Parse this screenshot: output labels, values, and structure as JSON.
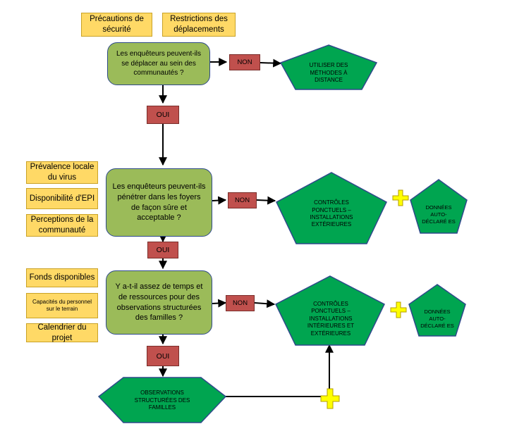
{
  "factors": {
    "safety_precautions": "Précautions de sécurité",
    "travel_restrictions": "Restrictions des déplacements",
    "local_prevalence": "Prévalence locale du virus",
    "ppe_availability": "Disponibilité d'EPI",
    "community_perceptions": "Perceptions de la communauté",
    "available_funds": "Fonds disponibles",
    "field_staff_capacity": "Capacités du personnel sur le terrain",
    "project_schedule": "Calendrier du projet"
  },
  "questions": {
    "q1": "Les enquêteurs peuvent-ils se déplacer au sein des communautés ?",
    "q2": "Les enquêteurs peuvent-ils pénétrer dans les foyers de façon sûre et acceptable ?",
    "q3": "Y a-t-il assez de temps et de ressources pour des observations structurées des familles ?"
  },
  "answers": {
    "no": "NON",
    "yes": "OUI"
  },
  "outcomes": {
    "remote_methods": "UTILISER DES MÉTHODES À DISTANCE",
    "spot_checks_outdoor": "CONTRÔLES PONCTUELS – INSTALLATIONS EXTÉRIEURES",
    "self_reported_1": "DONNÉES AUTO-DÉCLARÉ ES",
    "spot_checks_indoor_outdoor": "CONTRÔLES PONCTUELS – INSTALLATIONS INTÉRIEURES ET EXTÉRIEURES",
    "self_reported_2": "DONNÉES AUTO-DÉCLARÉ ES",
    "structured_observations": "OBSERVATIONS STRUCTURÉES DES FAMILLES"
  },
  "colors": {
    "factor_fill": "#ffd966",
    "question_fill": "#9bbb59",
    "outcome_fill": "#00a550",
    "answer_fill": "#c0504d",
    "plus_fill": "#ffff00"
  }
}
